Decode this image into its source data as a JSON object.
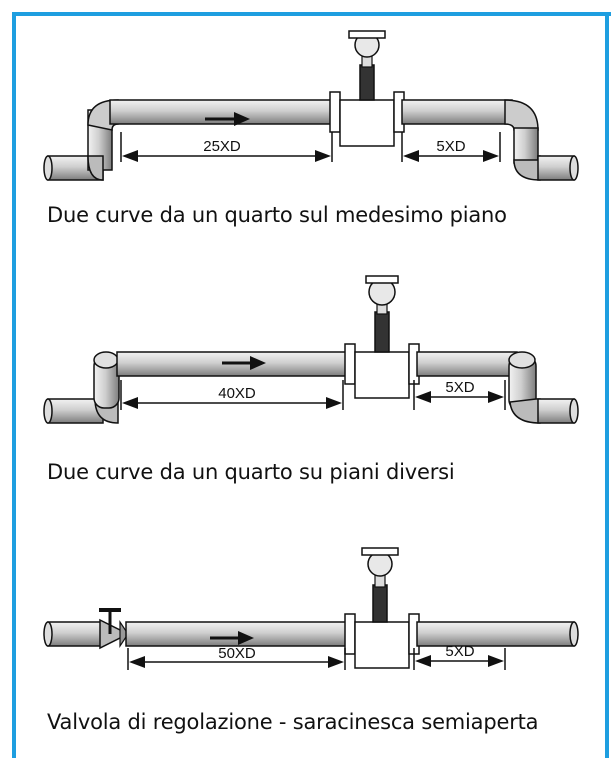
{
  "diagrams": [
    {
      "type": "two-elbows-same-plane",
      "upstream_label": "25XD",
      "downstream_label": "5XD",
      "caption": "Due curve da un quarto sul medesimo piano"
    },
    {
      "type": "two-elbows-different-planes",
      "upstream_label": "40XD",
      "downstream_label": "5XD",
      "caption": "Due curve da un quarto su piani diversi"
    },
    {
      "type": "control-valve-half-open",
      "upstream_label": "50XD",
      "downstream_label": "5XD",
      "caption": "Valvola di regolazione - saracinesca semiaperta"
    }
  ],
  "colors": {
    "border": "#1e9ee0",
    "pipe_light": "#d4d4d4",
    "pipe_dark": "#8a8a8a",
    "stroke": "#111111"
  }
}
